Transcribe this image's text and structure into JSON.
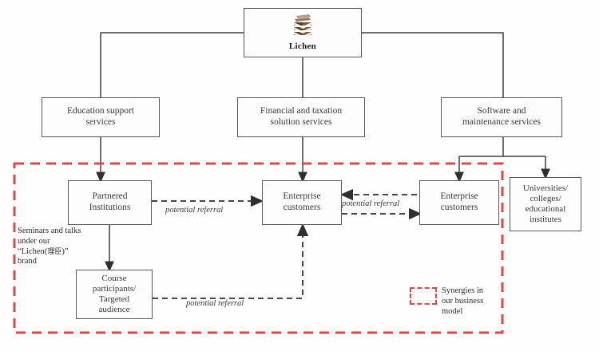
{
  "diagram": {
    "title_node": {
      "brand": "Lichen",
      "logo_icon": "lichen-stacked-chevron-logo"
    },
    "service_nodes": [
      {
        "id": "education",
        "label": "Education support\nservices"
      },
      {
        "id": "financial",
        "label": "Financial and taxation\nsolution services"
      },
      {
        "id": "software",
        "label": "Software and\nmaintenance services"
      }
    ],
    "entity_nodes": [
      {
        "id": "partnered",
        "label": "Partnered\nInstitutions"
      },
      {
        "id": "course",
        "label": "Course\nparticipants/\nTargeted\naudience"
      },
      {
        "id": "enterprise_center",
        "label": "Enterprise\ncustomers"
      },
      {
        "id": "enterprise_right",
        "label": "Enterprise\ncustomers"
      },
      {
        "id": "universities",
        "label": "Universities/\ncolleges/\neducational\ninstitutes"
      }
    ],
    "edge_labels": [
      {
        "id": "referral_1",
        "label": "potential referral"
      },
      {
        "id": "referral_2",
        "label": "potential referral"
      },
      {
        "id": "referral_3",
        "label": "potential referral"
      }
    ],
    "annotations": {
      "seminar_note_line1": "Seminars and",
      "seminar_note_line2": "talks under our",
      "seminar_note_line3_pre": "“Lichen(",
      "seminar_note_line3_cn": "理臣",
      "seminar_note_line3_post": ")”",
      "seminar_note_line4": "brand"
    },
    "legend": {
      "label": "Synergies in\nour business\nmodel",
      "swatch_icon": "red-dashed-rectangle-icon"
    },
    "colors": {
      "box_border": "#5a5a5a",
      "connector": "#3f3f3f",
      "synergy_red": "#e2483f",
      "logo_brown": "#6e4b25",
      "text": "#3a3a3a"
    }
  }
}
